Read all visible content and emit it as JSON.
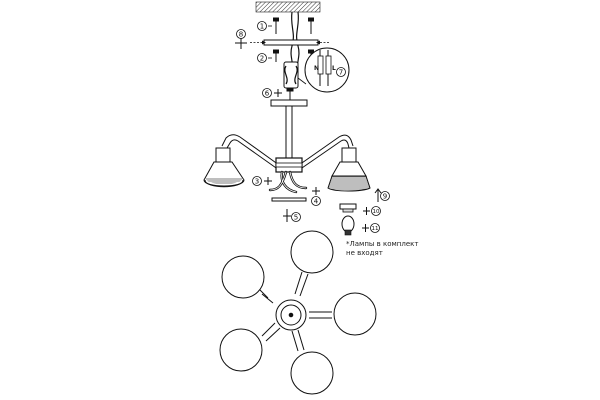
{
  "note": {
    "line1": "*Лампы в комплект",
    "line2": "не входят"
  },
  "steps": [
    "1",
    "2",
    "3",
    "4",
    "5",
    "6",
    "7",
    "8",
    "9",
    "10",
    "11"
  ],
  "wire_labels": [
    "N",
    "L"
  ],
  "colors": {
    "line": "#111111",
    "background": "#ffffff",
    "hatch": "#555555"
  }
}
